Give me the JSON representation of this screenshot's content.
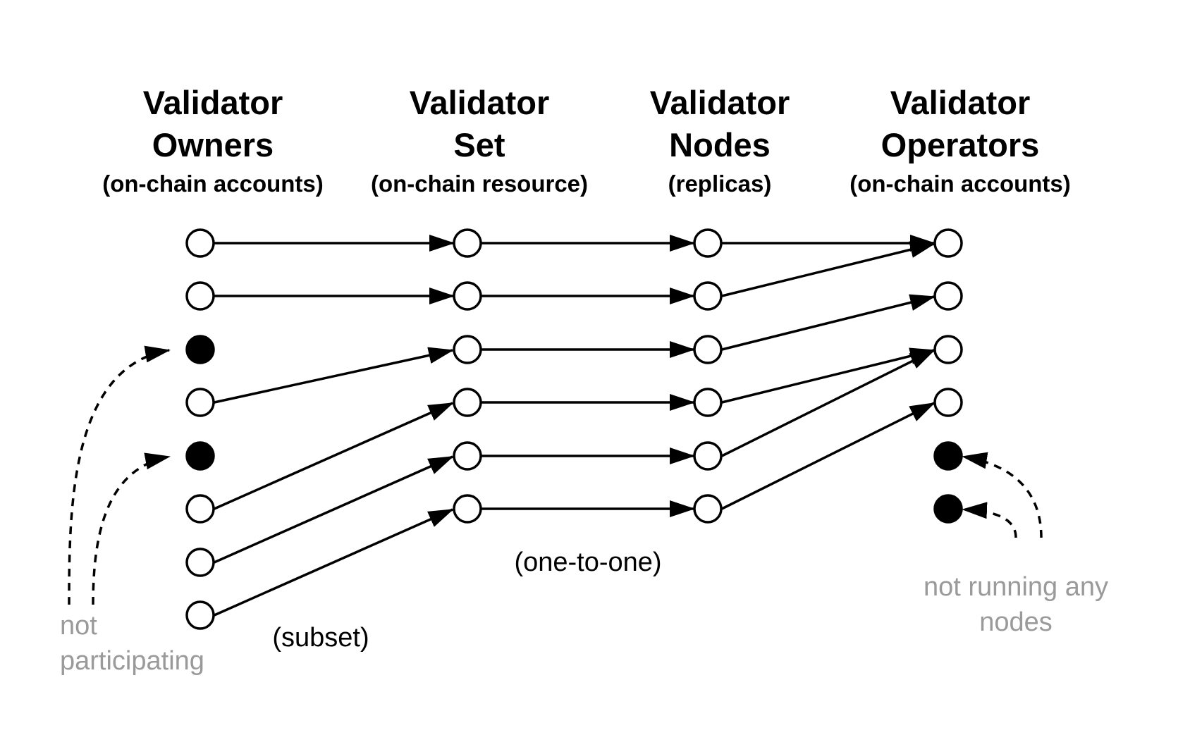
{
  "columns": [
    {
      "title_line1": "Validator",
      "title_line2": "Owners",
      "subtitle": "(on-chain accounts)"
    },
    {
      "title_line1": "Validator",
      "title_line2": "Set",
      "subtitle": "(on-chain resource)"
    },
    {
      "title_line1": "Validator",
      "title_line2": "Nodes",
      "subtitle": "(replicas)"
    },
    {
      "title_line1": "Validator",
      "title_line2": "Operators",
      "subtitle": "(on-chain accounts)"
    }
  ],
  "annotations": {
    "subset": "(subset)",
    "one_to_one": "(one-to-one)",
    "not_participating_line1": "not",
    "not_participating_line2": "participating",
    "not_running_line1": "not running any",
    "not_running_line2": "nodes"
  },
  "colors": {
    "stroke": "#000000",
    "node_fill_open": "#ffffff",
    "node_fill_filled": "#000000",
    "gray_text": "#9a9a9a"
  }
}
